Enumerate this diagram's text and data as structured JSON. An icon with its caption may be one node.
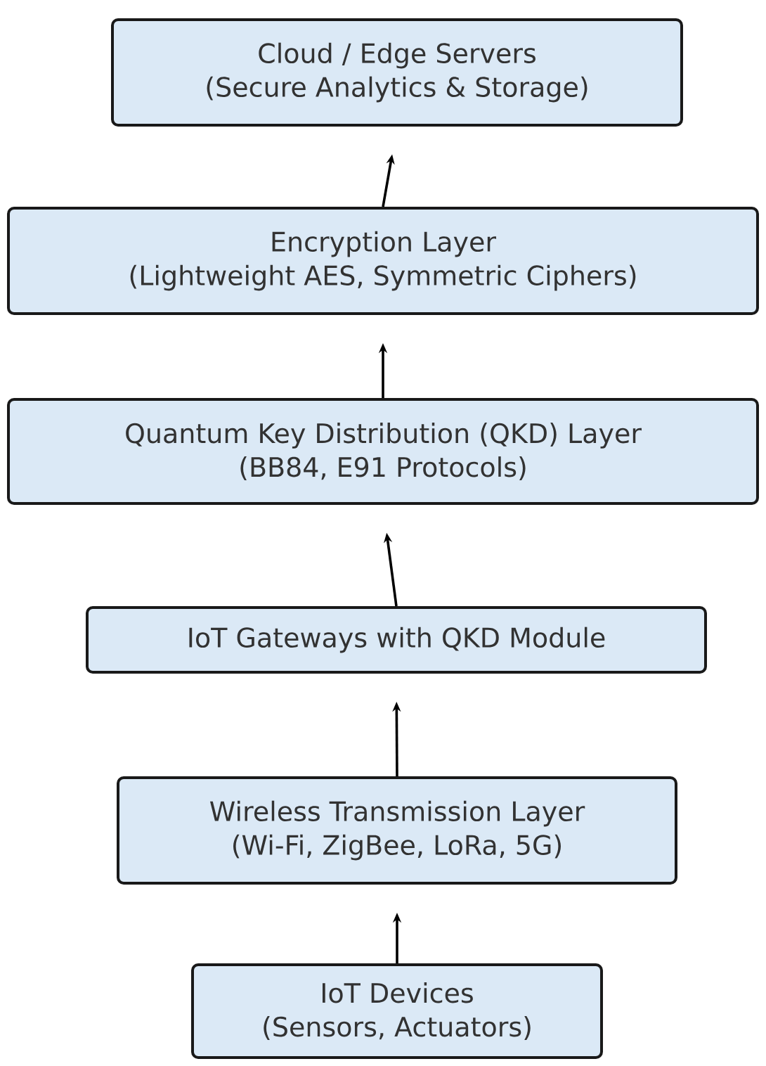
{
  "diagram": {
    "nodes": [
      {
        "text": [
          "Cloud / Edge Servers",
          "(Secure Analytics & Storage)"
        ]
      },
      {
        "text": [
          "Encryption Layer",
          "(Lightweight AES, Symmetric Ciphers)"
        ]
      },
      {
        "text": [
          "Quantum Key Distribution (QKD) Layer",
          "(BB84, E91 Protocols)"
        ]
      },
      {
        "text": [
          "IoT Gateways with QKD Module"
        ]
      },
      {
        "text": [
          "Wireless Transmission Layer",
          "(Wi-Fi, ZigBee, LoRa, 5G)"
        ]
      },
      {
        "text": [
          "IoT Devices",
          "(Sensors, Actuators)"
        ]
      }
    ],
    "edges": [
      {
        "from": 1,
        "to": 0,
        "arrow": "to"
      },
      {
        "from": 2,
        "to": 1,
        "arrow": "to"
      },
      {
        "from": 3,
        "to": 2,
        "arrow": "to"
      },
      {
        "from": 4,
        "to": 3,
        "arrow": "to"
      },
      {
        "from": 5,
        "to": 4,
        "arrow": "to"
      }
    ]
  }
}
